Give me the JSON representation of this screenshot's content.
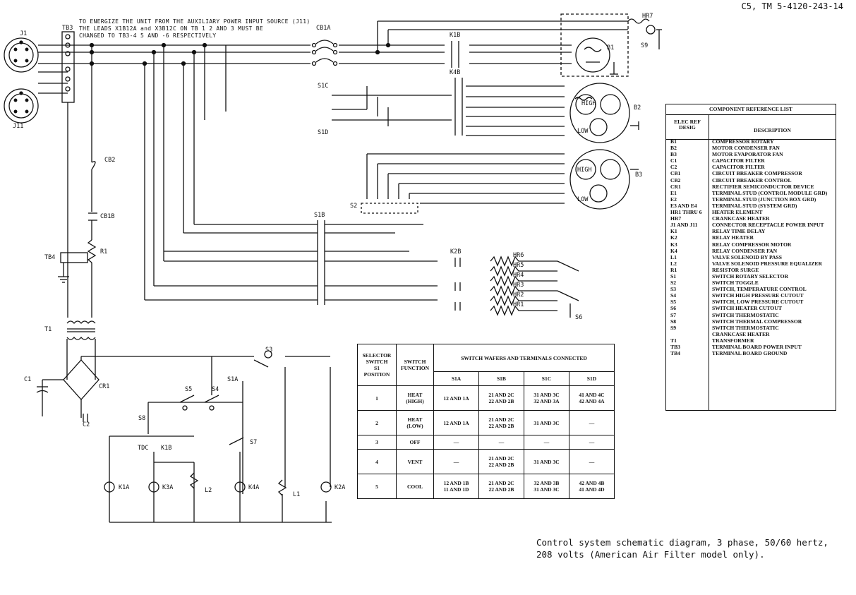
{
  "header": {
    "page_ref": "C5, TM 5-4120-243-14"
  },
  "note": [
    "TO ENERGIZE THE UNIT FROM THE AUXILIARY POWER INPUT SOURCE (J11)",
    "THE LEADS X1B12A and X3B12C ON TB 1  2  AND  3 MUST BE",
    "CHANGED TO TB3-4  5  AND -6 RESPECTIVELY"
  ],
  "caption": [
    "Control system schematic diagram, 3 phase, 50/60 hertz,",
    "208 volts (American Air Filter model only)."
  ],
  "labels": {
    "j1": "J1",
    "j11": "J11",
    "tb3": "TB3",
    "tb4": "TB4",
    "t1": "T1",
    "cr1": "CR1",
    "c1": "C1",
    "c2": "C2",
    "cb1a": "CB1A",
    "k1b": "K1B",
    "k4b": "K4B",
    "b1": "B1",
    "b2": "B2",
    "b3": "B3",
    "hr7": "HR7",
    "s9": "S9",
    "cb2": "CB2",
    "cb1b": "CB1B",
    "r1": "R1",
    "s1c": "S1C",
    "s1d": "S1D",
    "s1b": "S1B",
    "s2": "S2",
    "k2b": "K2B",
    "s6": "S6",
    "s3": "S3",
    "s1a": "S1A",
    "s5": "S5",
    "s4": "S4",
    "s8": "S8",
    "s7": "S7",
    "tdc": "TDC",
    "k1a": "K1A",
    "k3a": "K3A",
    "k4a": "K4A",
    "k2a": "K2A",
    "l1": "L1",
    "l2": "L2",
    "high": "HIGH",
    "low": "LOW",
    "hr6": "HR6",
    "hr5": "HR5",
    "hr4": "HR4",
    "hr3": "HR3",
    "hr2": "HR2",
    "hr1": "HR1"
  },
  "control_table": {
    "h_selector": "SELECTOR\nSWITCH\nS1\nPOSITION",
    "h_function": "SWITCH\nFUNCTION",
    "h_group": "SWITCH WAFERS AND TERMINALS CONNECTED",
    "h_cols": [
      "S1A",
      "S1B",
      "S1C",
      "S1D"
    ],
    "rows": [
      {
        "pos": "1",
        "func": "HEAT\n(HIGH)",
        "cells": [
          "12 AND 1A",
          "21 AND 2C\n22 AND 2B",
          "31 AND 3C\n32 AND 3A",
          "41 AND 4C\n42 AND 4A"
        ]
      },
      {
        "pos": "2",
        "func": "HEAT\n(LOW)",
        "cells": [
          "12 AND 1A",
          "21 AND 2C\n22 AND 2B",
          "31 AND 3C",
          "—"
        ]
      },
      {
        "pos": "3",
        "func": "OFF",
        "cells": [
          "—",
          "—",
          "—",
          "—"
        ]
      },
      {
        "pos": "4",
        "func": "VENT",
        "cells": [
          "—",
          "21 AND 2C\n22 AND 2B",
          "31 AND 3C",
          "—"
        ]
      },
      {
        "pos": "5",
        "func": "COOL",
        "cells": [
          "12 AND 1B\n11 AND 1D",
          "21 AND 2C\n22 AND 2B",
          "32 AND 3B\n31 AND 3C",
          "42 AND 4B\n41 AND 4D"
        ]
      }
    ]
  },
  "reference": {
    "title": "COMPONENT REFERENCE LIST",
    "h_ref": "ELEC REF\nDESIG",
    "h_desc": "DESCRIPTION",
    "items": [
      {
        "ref": "B1",
        "desc": "COMPRESSOR ROTARY"
      },
      {
        "ref": "B2",
        "desc": "MOTOR CONDENSER FAN"
      },
      {
        "ref": "B3",
        "desc": "MOTOR EVAPORATOR FAN"
      },
      {
        "ref": "C1",
        "desc": "CAPACITOR FILTER"
      },
      {
        "ref": "C2",
        "desc": "CAPACITOR FILTER"
      },
      {
        "ref": "CB1",
        "desc": "CIRCUIT BREAKER COMPRESSOR"
      },
      {
        "ref": "CB2",
        "desc": "CIRCUIT BREAKER CONTROL"
      },
      {
        "ref": "CR1",
        "desc": "RECTIFIER SEMICONDUCTOR DEVICE"
      },
      {
        "ref": "E1",
        "desc": "TERMINAL STUD (CONTROL MODULE GRD)"
      },
      {
        "ref": "E2",
        "desc": "TERMINAL STUD (JUNCTION BOX GRD)"
      },
      {
        "ref": "E3 AND E4",
        "desc": "TERMINAL STUD (SYSTEM GRD)"
      },
      {
        "ref": "HR1 THRU 6",
        "desc": "HEATER ELEMENT"
      },
      {
        "ref": "HR7",
        "desc": "CRANKCASE HEATER"
      },
      {
        "ref": "J1 AND J11",
        "desc": "CONNECTOR RECEPTACLE POWER INPUT"
      },
      {
        "ref": "K1",
        "desc": "RELAY TIME DELAY"
      },
      {
        "ref": "K2",
        "desc": "RELAY HEATER"
      },
      {
        "ref": "K3",
        "desc": "RELAY COMPRESSOR MOTOR"
      },
      {
        "ref": "K4",
        "desc": "RELAY CONDENSER FAN"
      },
      {
        "ref": "L1",
        "desc": "VALVE SOLENOID BY PASS"
      },
      {
        "ref": "L2",
        "desc": "VALVE SOLENOID PRESSURE EQUALIZER"
      },
      {
        "ref": "R1",
        "desc": "RESISTOR SURGE"
      },
      {
        "ref": "S1",
        "desc": "SWITCH ROTARY SELECTOR"
      },
      {
        "ref": "S2",
        "desc": "SWITCH TOGGLE"
      },
      {
        "ref": "S3",
        "desc": "SWITCH, TEMPERATURE CONTROL"
      },
      {
        "ref": "S4",
        "desc": "SWITCH HIGH PRESSURE CUTOUT"
      },
      {
        "ref": "S5",
        "desc": "SWITCH, LOW PRESSURE CUTOUT"
      },
      {
        "ref": "S6",
        "desc": "SWITCH HEATER CUTOUT"
      },
      {
        "ref": "S7",
        "desc": "SWITCH THERMOSTATIC"
      },
      {
        "ref": "S8",
        "desc": "SWITCH THERMAL COMPRESSOR"
      },
      {
        "ref": "S9",
        "desc": "SWITCH THERMOSTATIC"
      },
      {
        "ref": "",
        "desc": "CRANKCASE HEATER"
      },
      {
        "ref": "T1",
        "desc": "TRANSFORMER"
      },
      {
        "ref": "TB3",
        "desc": "TERMINAL BOARD POWER INPUT"
      },
      {
        "ref": "TB4",
        "desc": "TERMINAL BOARD GROUND"
      }
    ]
  }
}
